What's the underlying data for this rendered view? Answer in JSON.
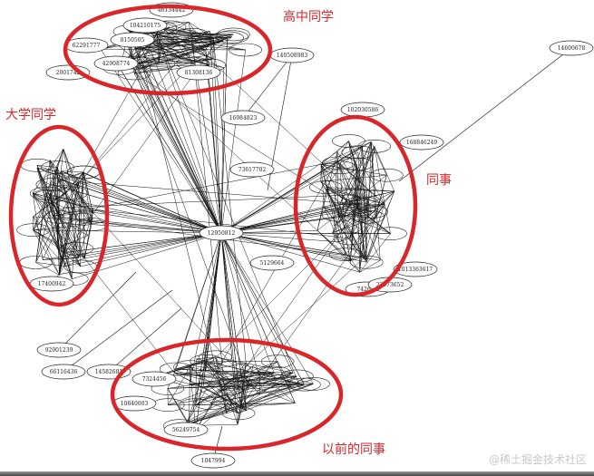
{
  "clusters": [
    {
      "id": "high-school",
      "label": "高中同学",
      "color": "#d9262b"
    },
    {
      "id": "university",
      "label": "大学同学",
      "color": "#d9262b"
    },
    {
      "id": "colleagues",
      "label": "同事",
      "color": "#d9262b"
    },
    {
      "id": "former-colleagues",
      "label": "以前的同事",
      "color": "#d9262b"
    }
  ],
  "hub": "12950812",
  "nodes": [
    "46134442",
    "104210175",
    "62291777",
    "8150505",
    "2001742",
    "42908774",
    "81308136",
    "140508983",
    "14600678",
    "16984823",
    "73617702",
    "5129664",
    "102030586",
    "168846249",
    "1013363617",
    "742610",
    "23973652",
    "17400942",
    "92001239",
    "66116436",
    "14582681",
    "7324456",
    "10840003",
    "56249754",
    "1047994"
  ],
  "watermark": "@稀土掘金技术社区"
}
